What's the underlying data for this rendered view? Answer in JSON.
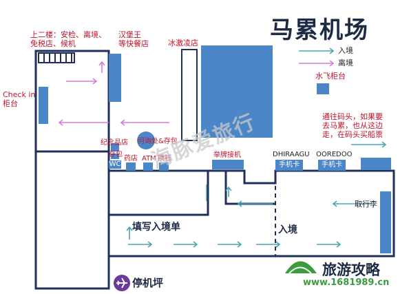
{
  "title": "马累机场",
  "legend": {
    "arrival": "入境",
    "departure": "离境"
  },
  "labels": {
    "second_floor": [
      "上二楼：安检、离境、",
      "免税店、候机"
    ],
    "burger": [
      "汉堡王",
      "等快餐店"
    ],
    "icecream": "冰激凌店",
    "checkin": [
      "Check in",
      "柜台"
    ],
    "seaplane": "水飞柜台",
    "ferry_note": [
      "通往码头，如果要",
      "去马累，也从这边",
      "走，在码头买船票"
    ],
    "souvenir": "纪念品店",
    "storage": "存包",
    "info": "问询处&存包",
    "wc": "WC",
    "pharmacy": "药店",
    "atm": "ATM",
    "exchange": "换钱",
    "pickup": "举牌接机",
    "dhiraagu": "DHIRAAGU",
    "ooredoo": "OOREDOO",
    "sim1": "手机卡",
    "sim2": "手机卡",
    "baggage": "取行李",
    "form": "填写入境单",
    "immigration": "入境",
    "apron": "停机坪",
    "watermark": "海豚爱旅行"
  },
  "brand": {
    "name": "旅游攻略",
    "url": "www.1681989.cn"
  },
  "colors": {
    "wall": "#1f2f5a",
    "block": "#4b87c8",
    "arrival": "#4aa3b5",
    "departure": "#d77ad8",
    "brand": "#3a9b3f"
  }
}
